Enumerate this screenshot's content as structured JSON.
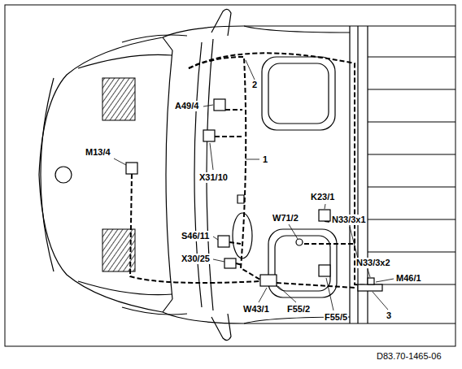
{
  "diagram": {
    "labels": [
      "A49/4",
      "X31/10",
      "2",
      "1",
      "M13/4",
      "K23/1",
      "W71/2",
      "N33/3x1",
      "S46/11",
      "X30/25",
      "N33/3x2",
      "M46/1",
      "W43/1",
      "F55/2",
      "F55/5",
      "3",
      "D83.70-1465-06"
    ]
  }
}
